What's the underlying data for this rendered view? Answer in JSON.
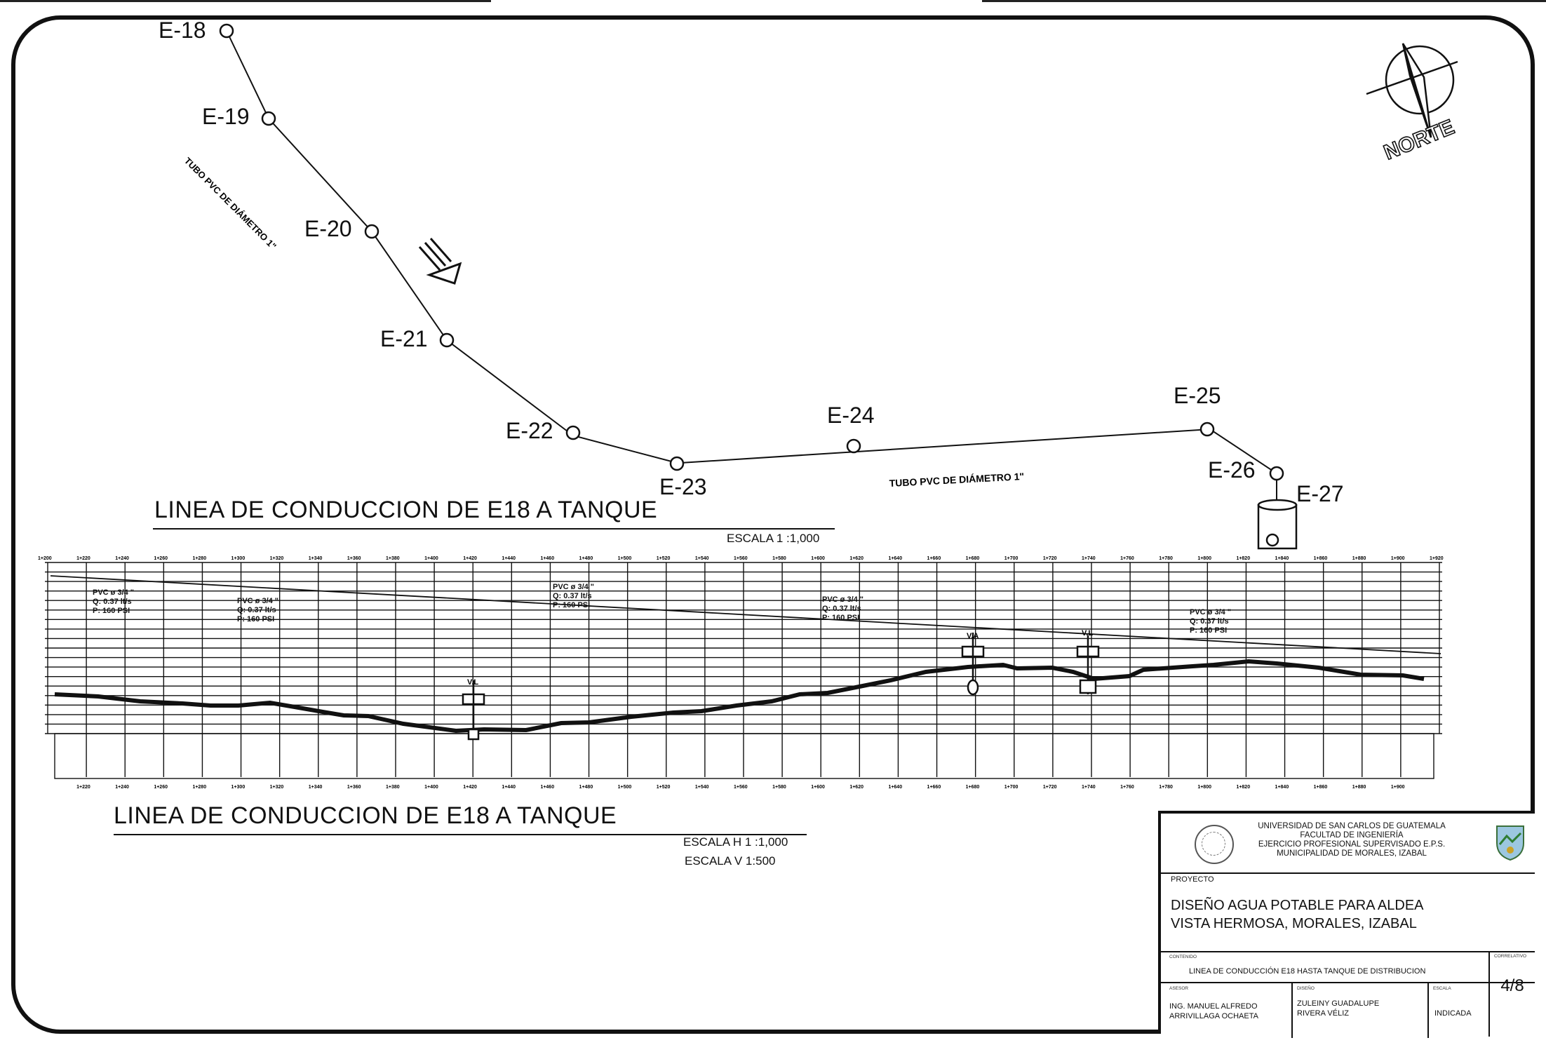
{
  "plan": {
    "stations": [
      "E-18",
      "E-19",
      "E-20",
      "E-21",
      "E-22",
      "E-23",
      "E-24",
      "E-25",
      "E-26",
      "E-27"
    ],
    "pipe_note_1": "TUBO PVC DE DIÁMETRO 1\"",
    "pipe_note_2": "TUBO PVC DE DIÁMETRO 1\"",
    "north_label": "NORTE"
  },
  "plan_title": "LINEA DE CONDUCCION DE  E18 A TANQUE",
  "plan_scale": "ESCALA  1 :1,000",
  "profile": {
    "chainage_top": [
      "1+200",
      "1+220",
      "1+240",
      "1+260",
      "1+280",
      "1+300",
      "1+320",
      "1+340",
      "1+360",
      "1+380",
      "1+400",
      "1+420",
      "1+440",
      "1+460",
      "1+480",
      "1+500",
      "1+520",
      "1+540",
      "1+560",
      "1+580",
      "1+600",
      "1+620",
      "1+640",
      "1+660",
      "1+680",
      "1+700",
      "1+720",
      "1+740",
      "1+760",
      "1+780",
      "1+800",
      "1+820",
      "1+840",
      "1+860",
      "1+880",
      "1+900",
      "1+920"
    ],
    "chainage_bottom": [
      "1+220",
      "1+240",
      "1+260",
      "1+280",
      "1+300",
      "1+320",
      "1+340",
      "1+360",
      "1+380",
      "1+400",
      "1+420",
      "1+440",
      "1+460",
      "1+480",
      "1+500",
      "1+520",
      "1+540",
      "1+560",
      "1+580",
      "1+600",
      "1+620",
      "1+640",
      "1+660",
      "1+680",
      "1+700",
      "1+720",
      "1+740",
      "1+760",
      "1+780",
      "1+800",
      "1+820",
      "1+840",
      "1+860",
      "1+880",
      "1+900"
    ],
    "annotations": [
      "PVC ø 3/4 \"",
      "Q: 0.37 lt/s",
      "P: 160 PSI"
    ],
    "valve_labels": [
      "V.A",
      "V.L"
    ]
  },
  "profile_title": "LINEA DE CONDUCCION DE E18 A TANQUE",
  "profile_scale_h": "ESCALA H  1 :1,000",
  "profile_scale_v": "ESCALA V  1:500",
  "title_block": {
    "institution": [
      "UNIVERSIDAD DE SAN CARLOS DE GUATEMALA",
      "FACULTAD DE INGENIERÍA",
      "EJERCICIO PROFESIONAL SUPERVISADO E.P.S.",
      "MUNICIPALIDAD DE MORALES, IZABAL"
    ],
    "project_caption": "PROYECTO",
    "project_line1": "DISEÑO AGUA POTABLE PARA ALDEA",
    "project_line2": "VISTA HERMOSA, MORALES, IZABAL",
    "content_caption": "CONTENIDO",
    "content": "LINEA DE CONDUCCIÓN E18 HASTA TANQUE DE DISTRIBUCION",
    "sheet_caption": "CORRELATIVO",
    "sheet_number": "4/8",
    "advisor_caption": "ASESOR",
    "advisor_1": "ING. MANUEL ALFREDO",
    "advisor_2": "ARRIVILLAGA OCHAETA",
    "designer_caption": "DISEÑO",
    "designer_1": "ZULEINY GUADALUPE",
    "designer_2": "RIVERA VÉLIZ",
    "scale_caption": "ESCALA",
    "scale": "INDICADA"
  }
}
